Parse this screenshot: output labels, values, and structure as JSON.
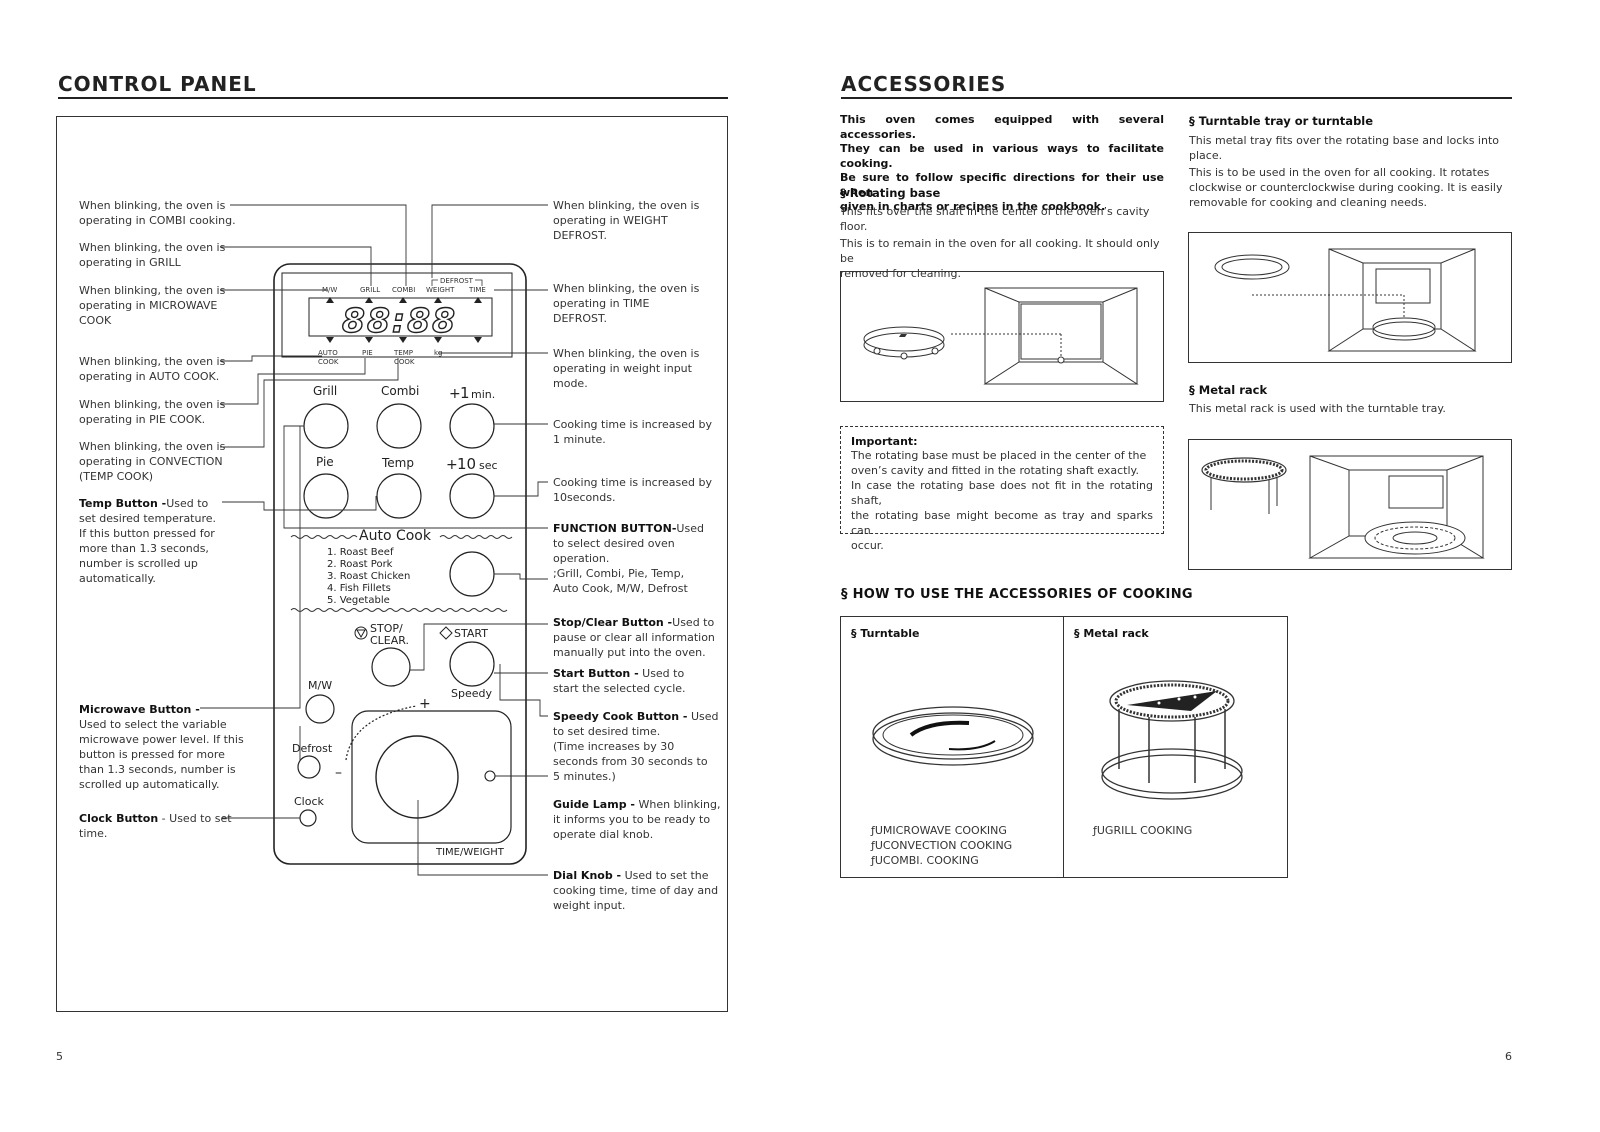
{
  "left": {
    "title": "CONTROL PANEL",
    "page_number": "5",
    "display": {
      "digits": "88:88",
      "top_labels": [
        "M/W",
        "GRILL",
        "COMBI",
        "WEIGHT",
        "TIME"
      ],
      "defrost_label": "DEFROST",
      "bottom_labels": [
        "AUTO",
        "COOK",
        "PIE",
        "TEMP",
        "COOK",
        "kg"
      ]
    },
    "buttons": {
      "grill": "Grill",
      "combi": "Combi",
      "plus1_sign": "+",
      "plus1_num": "1",
      "plus1_unit": "min.",
      "pie": "Pie",
      "temp": "Temp",
      "plus10_sign": "+",
      "plus10_num": "10",
      "plus10_unit": "sec",
      "auto_cook": "Auto Cook",
      "auto_cook_items": [
        "1. Roast Beef",
        "2. Roast Pork",
        "3. Roast Chicken",
        "4. Fish Fillets",
        "5. Vegetable"
      ],
      "stop_clear_1": "STOP/",
      "stop_clear_2": "CLEAR.",
      "start": "START",
      "speedy": "Speedy",
      "mw": "M/W",
      "defrost": "Defrost",
      "clock": "Clock",
      "plus": "+",
      "minus": "–",
      "time_weight": "TIME/WEIGHT"
    },
    "callouts_left": [
      {
        "lines": [
          "When blinking, the oven is",
          "operating in COMBI cooking."
        ]
      },
      {
        "lines": [
          "When blinking, the oven is",
          "operating in GRILL"
        ]
      },
      {
        "lines": [
          "When blinking, the oven is",
          "operating in MICROWAVE",
          "COOK"
        ]
      },
      {
        "lines": [
          "When blinking, the oven is",
          "operating in AUTO COOK."
        ]
      },
      {
        "lines": [
          "When blinking, the oven is",
          "operating in PIE COOK."
        ]
      },
      {
        "lines": [
          "When blinking, the oven is",
          "operating in CONVECTION",
          "(TEMP COOK)"
        ]
      }
    ],
    "temp_button": {
      "bold": "Temp Button -",
      "rest_1": "Used to",
      "lines": [
        "set desired temperature.",
        "If this button pressed for",
        "more than 1.3 seconds,",
        "number is scrolled up",
        "automatically."
      ]
    },
    "microwave_button": {
      "bold": "Microwave Button -",
      "lines": [
        "Used to select the variable",
        "microwave power level. If this",
        "button is pressed for more",
        "than 1.3 seconds, number is",
        "scrolled up automatically."
      ]
    },
    "clock_button": {
      "bold": "Clock Button",
      "rest_1": " - Used to set",
      "lines": [
        "time."
      ]
    },
    "callouts_right": [
      {
        "lines": [
          "When blinking, the oven is",
          "operating in WEIGHT",
          "DEFROST."
        ]
      },
      {
        "lines": [
          "When blinking, the oven is",
          "operating in TIME",
          "DEFROST."
        ]
      },
      {
        "lines": [
          "When blinking, the oven is",
          "operating in weight input",
          "mode."
        ]
      },
      {
        "lines": [
          "Cooking time is increased by",
          "1 minute."
        ]
      },
      {
        "lines": [
          "Cooking time is increased by",
          "10seconds."
        ]
      }
    ],
    "function_button": {
      "bold": "FUNCTION BUTTON-",
      "rest_1": "Used",
      "lines": [
        "to select desired oven",
        "operation.",
        ";Grill, Combi, Pie, Temp,",
        "Auto Cook, M/W, Defrost"
      ]
    },
    "stop_button": {
      "bold": "Stop/Clear Button -",
      "rest_1": "Used to",
      "lines": [
        "pause or clear all information",
        "manually put into the oven."
      ]
    },
    "start_button": {
      "bold": "Start Button -",
      "rest_1": " Used to",
      "lines": [
        "start the selected cycle."
      ]
    },
    "speedy_button": {
      "bold": "Speedy Cook Button -",
      "rest_1": " Used",
      "lines": [
        "to set desired time.",
        "(Time increases by 30",
        "seconds from 30 seconds to",
        "5 minutes.)"
      ]
    },
    "guide_lamp": {
      "bold": "Guide Lamp -",
      "rest_1": " When blinking,",
      "lines": [
        "it informs you to be ready to",
        "operate dial knob."
      ]
    },
    "dial_knob": {
      "bold": "Dial Knob -",
      "rest_1": " Used to set the",
      "lines": [
        "cooking time, time of day and",
        "weight input."
      ]
    }
  },
  "right": {
    "title": "ACCESSORIES",
    "page_number": "6",
    "intro": [
      "This oven comes equipped with several accessories.",
      "They can be used in various ways to facilitate cooking.",
      "Be sure to follow specific directions for their use when",
      "given in charts or recipes in the cookbook."
    ],
    "rotating_base": {
      "heading": "§  Rotating base",
      "lines": [
        "This fits over the shaft in the center of the oven’s cavity floor.",
        "This is to remain in the oven for all cooking. It should only be",
        "removed for cleaning."
      ]
    },
    "important": {
      "heading": "Important:",
      "lines": [
        "The rotating base must be placed in the center of the",
        "oven’s cavity and fitted in the rotating shaft exactly.",
        "In case the rotating base does not fit in the rotating shaft,",
        "the rotating base might become as tray and sparks can",
        "occur."
      ]
    },
    "turntable": {
      "heading": "§  Turntable tray or turntable",
      "lines": [
        "This metal tray fits over the rotating base and locks into",
        "place.",
        "This is to be used in the oven for all cooking. It rotates",
        "clockwise or counterclockwise during cooking. It is easily",
        "removable for cooking and cleaning needs."
      ]
    },
    "metal_rack": {
      "heading": "§  Metal rack",
      "lines": [
        "This metal rack is used with the turntable tray."
      ]
    },
    "how_to": {
      "heading": "§ HOW TO USE THE ACCESSORIES OF COOKING",
      "col1_heading": "§ Turntable",
      "col1_items": [
        "ƒUMICROWAVE COOKING",
        "ƒUCONVECTION COOKING",
        "ƒUCOMBI. COOKING"
      ],
      "col2_heading": "§ Metal rack",
      "col2_items": [
        "ƒUGRILL COOKING"
      ]
    }
  }
}
